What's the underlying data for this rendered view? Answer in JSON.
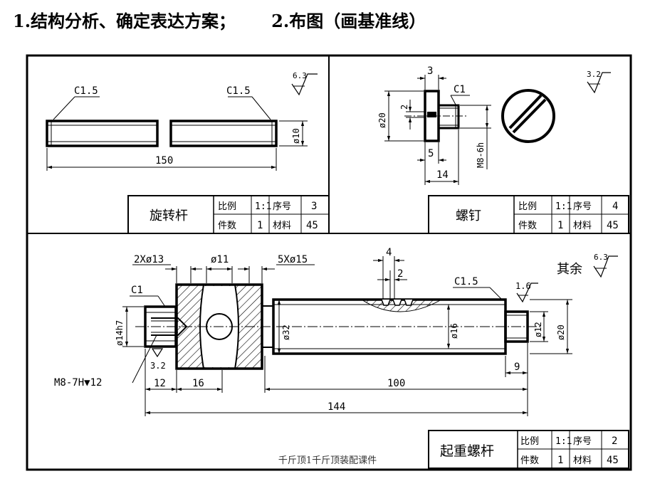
{
  "heading": "1.结构分析、确定表达方案；      2.布图（画基准线）",
  "footer": "千斤顶1千斤顶装配课件",
  "rod": {
    "chamfer_left": "C1.5",
    "chamfer_right": "C1.5",
    "roughness": "6.3",
    "length": "150",
    "diameter": "ø10"
  },
  "rod_title": {
    "name": "旋转杆",
    "scale_label": "比例",
    "scale": "1:1",
    "seq_label": "序号",
    "seq": "3",
    "count_label": "件数",
    "count": "1",
    "material_label": "材料",
    "material": "45"
  },
  "screw": {
    "dim_top": "3",
    "chamfer": "C1",
    "roughness": "3.2",
    "dim_d20": "ø20",
    "dim_2": "2",
    "dim_5": "5",
    "dim_14": "14",
    "thread": "M8-6h"
  },
  "screw_title": {
    "name": "螺钉",
    "scale_label": "比例",
    "scale": "1:1",
    "seq_label": "序号",
    "seq": "4",
    "count_label": "件数",
    "count": "1",
    "material_label": "材料",
    "material": "45"
  },
  "lift": {
    "holes_13": "2Xø13",
    "d11": "ø11",
    "holes_15": "5Xø15",
    "dim_4": "4",
    "dim_2": "2",
    "chamfer_c1": "C1",
    "chamfer_c15": "C1.5",
    "rough_16": "1.6",
    "rest_label": "其余",
    "rough_rest": "6.3",
    "d14h7": "ø14h7",
    "d32": "ø32",
    "d16": "ø16",
    "d12": "ø12",
    "d20": "ø20",
    "thread": "M8-7H▼12",
    "rough_32": "3.2",
    "dim_12": "12",
    "dim_16": "16",
    "dim_100": "100",
    "dim_9": "9",
    "dim_144": "144"
  },
  "lift_title": {
    "name": "起重螺杆",
    "scale_label": "比例",
    "scale": "1:1",
    "seq_label": "序号",
    "seq": "2",
    "count_label": "件数",
    "count": "1",
    "material_label": "材料",
    "material": "45"
  }
}
